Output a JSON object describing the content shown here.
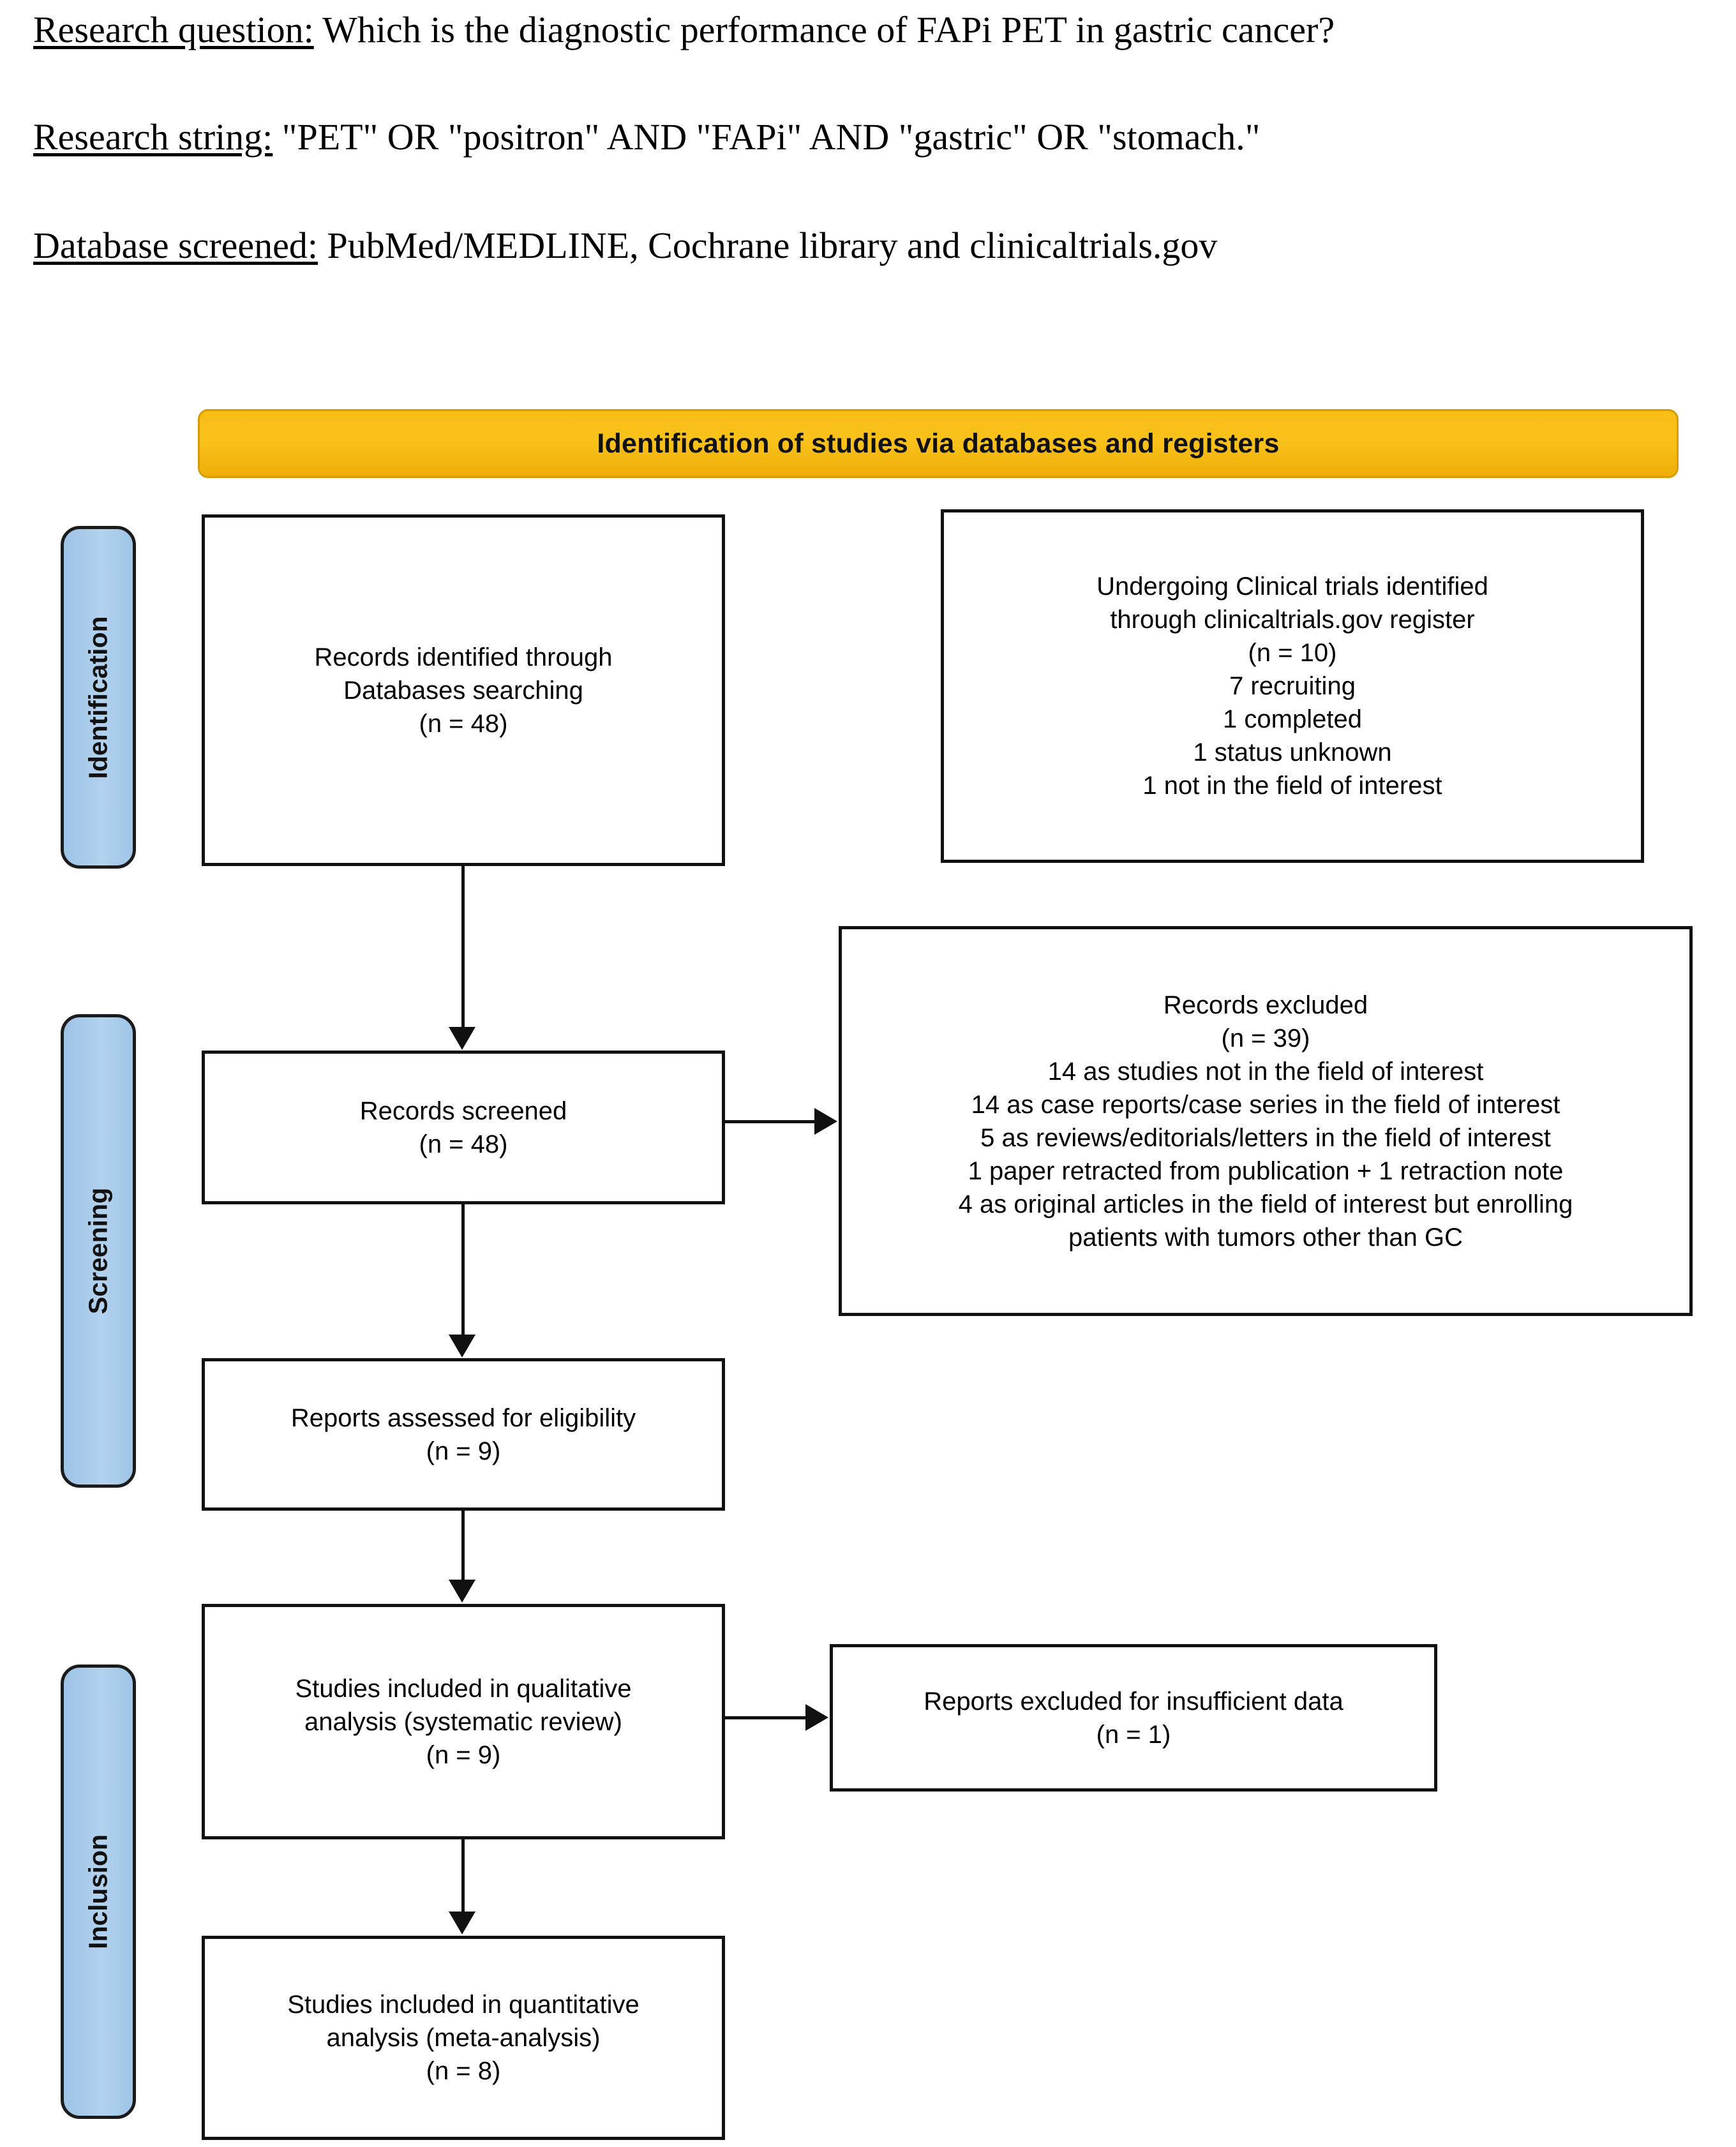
{
  "header": {
    "lines": [
      {
        "label": "Research question:",
        "value": " Which is the diagnostic performance of FAPi PET in gastric cancer?"
      },
      {
        "label": "Research string:",
        "value": " \"PET\" OR \"positron\" AND \"FAPi\" AND \"gastric\" OR \"stomach.\""
      },
      {
        "label": "Database screened:",
        "value": " PubMed/MEDLINE, Cochrane library and clinicaltrials.gov"
      }
    ]
  },
  "banner": {
    "title": "Identification of studies via databases and registers",
    "color": "#f6b910"
  },
  "stages": [
    {
      "id": "identification",
      "label": "Identification",
      "color": "#a5c8e8"
    },
    {
      "id": "screening",
      "label": "Screening",
      "color": "#a5c8e8"
    },
    {
      "id": "inclusion",
      "label": "Inclusion",
      "color": "#a5c8e8"
    }
  ],
  "boxes": {
    "records_identified": {
      "text": "Records identified through\nDatabases searching\n(n = 48)",
      "count": 48
    },
    "clinical_trials": {
      "text": "Undergoing Clinical trials identified\nthrough clinicaltrials.gov register\n(n = 10)\n7 recruiting\n1 completed\n1 status unknown\n1 not in the field of interest",
      "count": 10,
      "breakdown": [
        {
          "n": 7,
          "status": "recruiting"
        },
        {
          "n": 1,
          "status": "completed"
        },
        {
          "n": 1,
          "status": "status unknown"
        },
        {
          "n": 1,
          "status": "not in the field of interest"
        }
      ]
    },
    "records_screened": {
      "text": "Records screened\n(n = 48)",
      "count": 48
    },
    "records_excluded": {
      "text": "Records excluded\n(n = 39)\n14 as studies not in the field of interest\n14 as case reports/case series in the field of interest\n5 as reviews/editorials/letters in the field of interest\n1 paper retracted from publication + 1 retraction note\n4 as original articles in the field of interest but enrolling\npatients with tumors other than GC",
      "count": 39,
      "reasons": [
        {
          "n": 14,
          "reason": "as studies not in the field of interest"
        },
        {
          "n": 14,
          "reason": "as case reports/case series in the field of interest"
        },
        {
          "n": 5,
          "reason": "as reviews/editorials/letters in the field of interest"
        },
        {
          "n": 1,
          "reason": "paper retracted from publication + 1 retraction note"
        },
        {
          "n": 4,
          "reason": "as original articles in the field of interest but enrolling patients with tumors other than GC"
        }
      ]
    },
    "reports_assessed": {
      "text": "Reports assessed for eligibility\n(n = 9)",
      "count": 9
    },
    "qualitative": {
      "text": "Studies included in qualitative\nanalysis (systematic review)\n(n = 9)",
      "count": 9
    },
    "insufficient": {
      "text": "Reports excluded for insufficient data\n(n = 1)",
      "count": 1
    },
    "quantitative": {
      "text": "Studies included in quantitative\nanalysis (meta-analysis)\n(n = 8)",
      "count": 8
    }
  }
}
